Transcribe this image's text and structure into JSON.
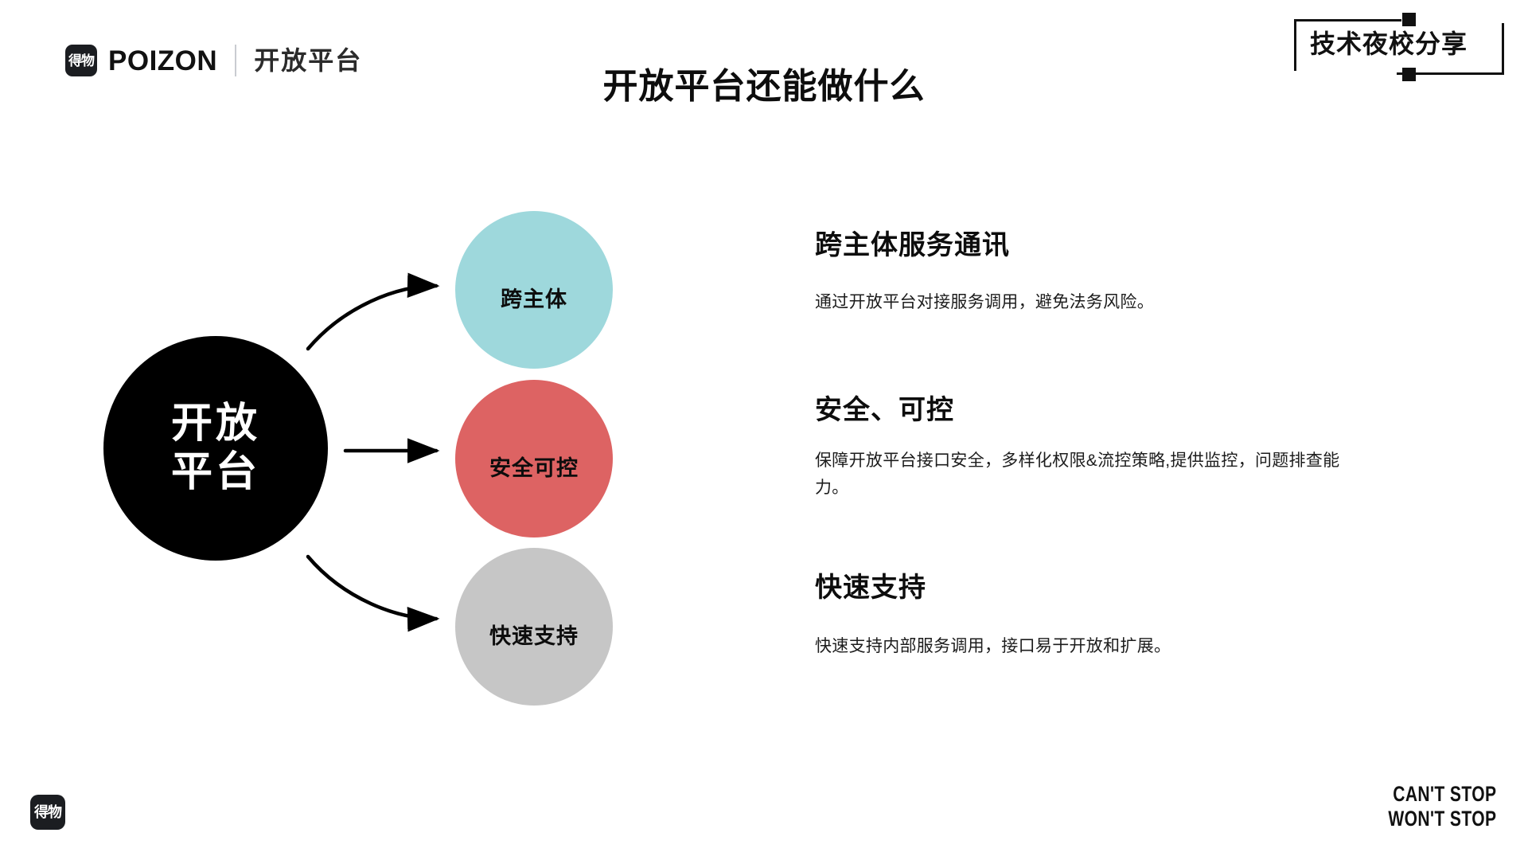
{
  "header": {
    "brand_mark": "得物",
    "brand_wordmark": "POIZON",
    "brand_sub": "开放平台",
    "title": "开放平台还能做什么",
    "badge": "技术夜校分享"
  },
  "diagram": {
    "hub": {
      "label_line_1": "开放",
      "label_line_2": "平台",
      "color": "#000000",
      "text_color": "#FFFFFF"
    },
    "nodes": [
      {
        "label": "跨主体",
        "color": "#9ED8DC",
        "connector": "curve-up"
      },
      {
        "label": "安全可控",
        "color": "#DD6363",
        "connector": "straight"
      },
      {
        "label": "快速支持",
        "color": "#C6C6C6",
        "connector": "curve-down"
      }
    ]
  },
  "content": {
    "blocks": [
      {
        "heading": "跨主体服务通讯",
        "body": "通过开放平台对接服务调用，避免法务风险。"
      },
      {
        "heading": "安全、可控",
        "body": "保障开放平台接口安全，多样化权限&流控策略,提供监控，问题排查能力。"
      },
      {
        "heading": "快速支持",
        "body": "快速支持内部服务调用，接口易于开放和扩展。"
      }
    ]
  },
  "footer": {
    "mark": "得物",
    "tagline_line_1": "CAN'T STOP",
    "tagline_line_2": "WON'T STOP"
  }
}
